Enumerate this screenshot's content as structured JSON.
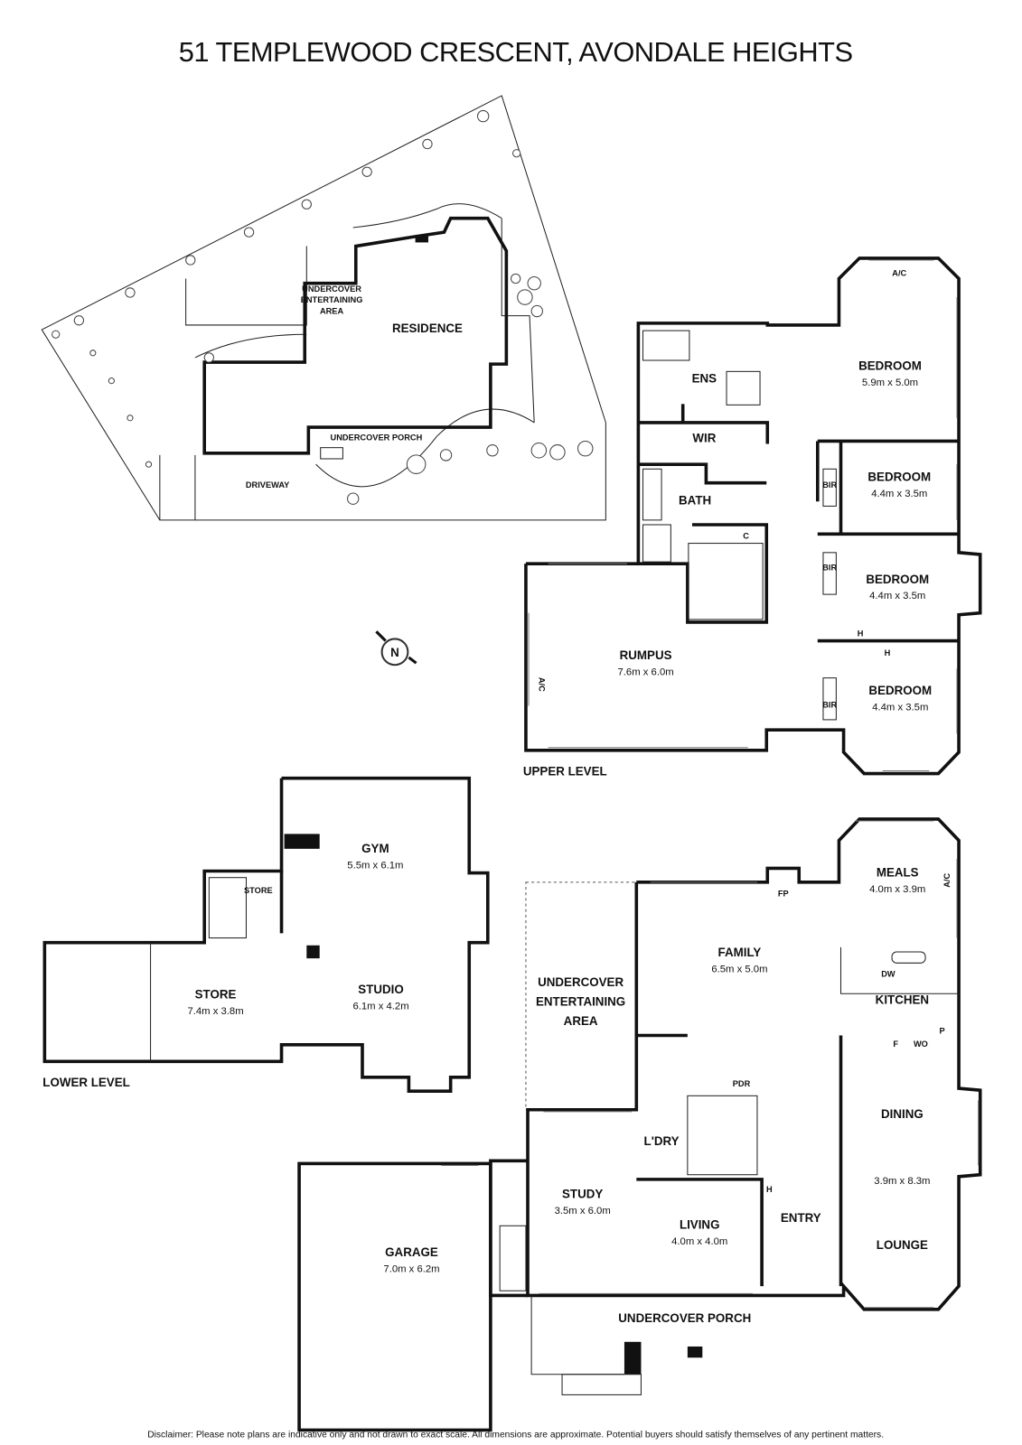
{
  "title": "51 TEMPLEWOOD CRESCENT, AVONDALE HEIGHTS",
  "site": {
    "residence": "RESIDENCE",
    "entertaining": [
      "UNDERCOVER",
      "ENTERTAINING",
      "AREA"
    ],
    "porch": "UNDERCOVER PORCH",
    "driveway": "DRIVEWAY",
    "north": "N"
  },
  "upper": {
    "label": "UPPER LEVEL",
    "rooms": [
      {
        "name": "BEDROOM",
        "dims": "5.9m x 5.0m"
      },
      {
        "name": "BEDROOM",
        "dims": "4.4m x 3.5m"
      },
      {
        "name": "BEDROOM",
        "dims": "4.4m x 3.5m"
      },
      {
        "name": "BEDROOM",
        "dims": "4.4m x 3.5m"
      },
      {
        "name": "RUMPUS",
        "dims": "7.6m x 6.0m"
      }
    ],
    "ens": "ENS",
    "wir": "WIR",
    "bath": "BATH",
    "bir": "BIR",
    "cupboard": "C",
    "heater": "H",
    "ac": "A/C"
  },
  "ground": {
    "rooms": [
      {
        "name": "MEALS",
        "dims": "4.0m x 3.9m"
      },
      {
        "name": "FAMILY",
        "dims": "6.5m x 5.0m"
      },
      {
        "name": "KITCHEN",
        "dims": ""
      },
      {
        "name": "DINING",
        "dims": "3.9m x 8.3m"
      },
      {
        "name": "LOUNGE",
        "dims": ""
      },
      {
        "name": "STUDY",
        "dims": "3.5m x 6.0m"
      },
      {
        "name": "LIVING",
        "dims": "4.0m x 4.0m"
      },
      {
        "name": "GARAGE",
        "dims": "7.0m x 6.2m"
      }
    ],
    "entertaining": [
      "UNDERCOVER",
      "ENTERTAINING",
      "AREA"
    ],
    "entry": "ENTRY",
    "laundry": "L'DRY",
    "pdr": "PDR",
    "porch": "UNDERCOVER PORCH",
    "fp": "FP",
    "dw": "DW",
    "fridge": "F",
    "wo": "WO",
    "pantry": "P",
    "heater": "H",
    "ac": "A/C"
  },
  "lower": {
    "label": "LOWER LEVEL",
    "rooms": [
      {
        "name": "GYM",
        "dims": "5.5m x 6.1m"
      },
      {
        "name": "STORE",
        "dims": ""
      },
      {
        "name": "STORE",
        "dims": "7.4m x 3.8m"
      },
      {
        "name": "STUDIO",
        "dims": "6.1m x 4.2m"
      }
    ]
  },
  "disclaimer": "Disclaimer: Please note plans are indicative only and not drawn to exact scale. All dimensions are approximate. Potential buyers should satisfy themselves of any pertinent matters."
}
